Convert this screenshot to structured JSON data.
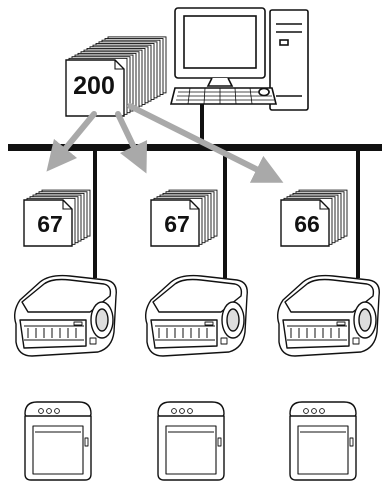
{
  "diagram": {
    "source_job": {
      "pages": "200",
      "icon": "document-stack-icon"
    },
    "computer": {
      "icon": "desktop-computer-icon"
    },
    "network": {
      "icon": "network-bus-line"
    },
    "distribution": [
      {
        "pages": "67",
        "icon": "document-stack-icon"
      },
      {
        "pages": "67",
        "icon": "document-stack-icon"
      },
      {
        "pages": "66",
        "icon": "document-stack-icon"
      }
    ],
    "printers": [
      {
        "upper": "label-printer-icon",
        "lower": "compact-printer-icon"
      },
      {
        "upper": "label-printer-icon",
        "lower": "compact-printer-icon"
      },
      {
        "upper": "label-printer-icon",
        "lower": "compact-printer-icon"
      }
    ],
    "colors": {
      "arrow": "#a9a9a9",
      "line": "#111111",
      "paper": "#ffffff"
    }
  }
}
